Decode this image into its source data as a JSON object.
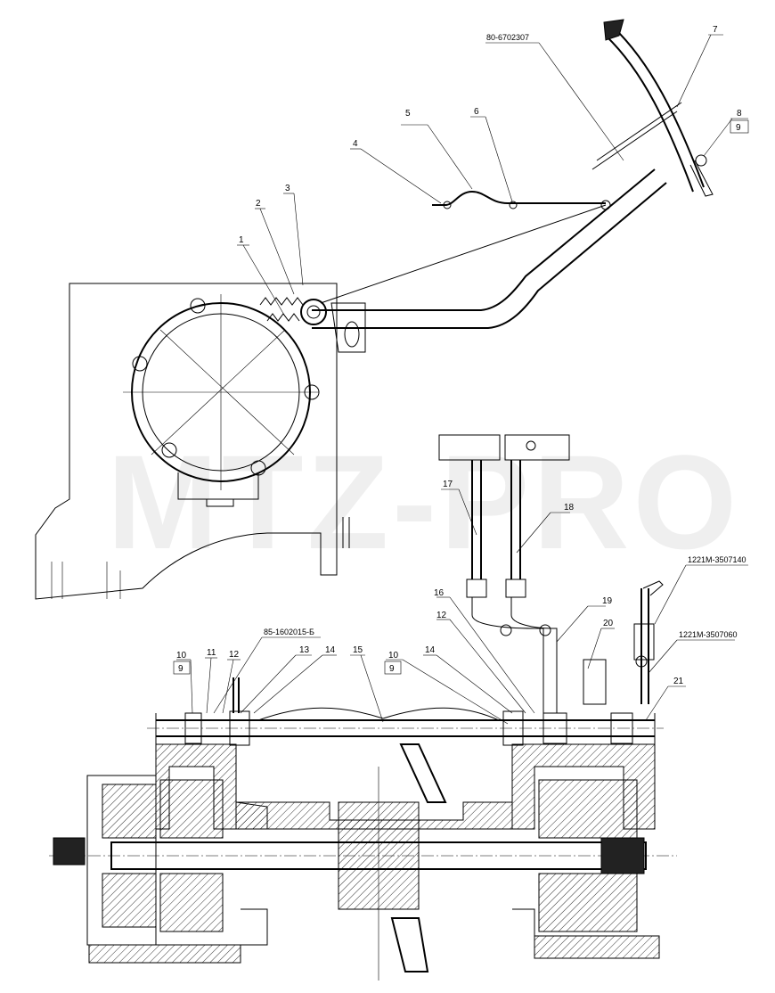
{
  "watermark": "MTZ-PRO",
  "callouts": {
    "c1": "1",
    "c2": "2",
    "c3": "3",
    "c4": "4",
    "c5": "5",
    "c6": "6",
    "c7": "7",
    "c8": "8",
    "c9a": "9",
    "c9b": "9",
    "c9c": "9",
    "c10a": "10",
    "c10b": "10",
    "c11": "11",
    "c12a": "12",
    "c12b": "12",
    "c13": "13",
    "c14a": "14",
    "c14b": "14",
    "c15": "15",
    "c16": "16",
    "c17": "17",
    "c18": "18",
    "c19": "19",
    "c20": "20",
    "c21": "21"
  },
  "part_numbers": {
    "p1": "80-6702307",
    "p2": "85-1602015-Б",
    "p3": "1221М-3507140",
    "p4": "1221М-3507060"
  }
}
